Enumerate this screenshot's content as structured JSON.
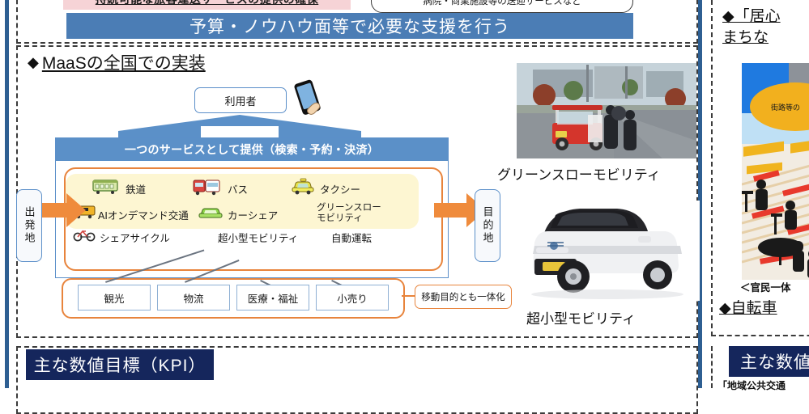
{
  "top": {
    "pink_banner": "持続可能な旅客運送サービスの提供の確保",
    "rounded_note": "病院・商業施設等の送迎サービスなど",
    "blue_banner": "予算・ノウハウ面等で必要な支援を行う"
  },
  "section": {
    "diamond": "◆",
    "heading": "MaaSの全国での実装"
  },
  "diagram": {
    "user_label": "利用者",
    "service_bar": "一つのサービスとして提供（検索・予約・決済）",
    "origin": "出発地",
    "destination": "目的地",
    "modes": [
      {
        "icon": "train-icon",
        "label": "鉄道"
      },
      {
        "icon": "bus-icon",
        "label": "バス"
      },
      {
        "icon": "taxi-icon",
        "label": "タクシー"
      },
      {
        "icon": "ai-ondemand-icon",
        "label": "AIオンデマンド交通"
      },
      {
        "icon": "carshare-icon",
        "label": "カーシェア"
      },
      {
        "icon": "green-slow-icon",
        "label": "グリーンスロー\nモビリティ"
      },
      {
        "icon": "sharecycle-icon",
        "label": "シェアサイクル"
      },
      {
        "icon": "microcar-icon",
        "label": "超小型モビリティ"
      },
      {
        "icon": "autodrive-icon",
        "label": "自動運転"
      }
    ],
    "purposes": [
      "観光",
      "物流",
      "医療・福祉",
      "小売り"
    ],
    "purpose_note": "移動目的とも一体化"
  },
  "photos": [
    {
      "name": "green-slow-mobility-photo",
      "caption": "グリーンスローモビリティ"
    },
    {
      "name": "microcar-photo",
      "caption": "超小型モビリティ"
    }
  ],
  "kpi": {
    "label": "主な数値目標（KPI）"
  },
  "right_panel": {
    "heading_line1": "◆「居心",
    "heading_line2": "まちな",
    "image_bubble": "街路等の",
    "image_caption": "＜官民一体",
    "heading2": "◆自転車",
    "kpi_label": "主な数値",
    "footer": "「地域公共交通"
  },
  "colors": {
    "blue_banner": "#4b7db5",
    "service_blue": "#5b90c8",
    "orange": "#e8843c",
    "kpi_navy": "#15265c",
    "pink": "#f6d3d6",
    "highlight_yellow": "#fdf6d2",
    "spine_blue": "#2e5f92"
  }
}
